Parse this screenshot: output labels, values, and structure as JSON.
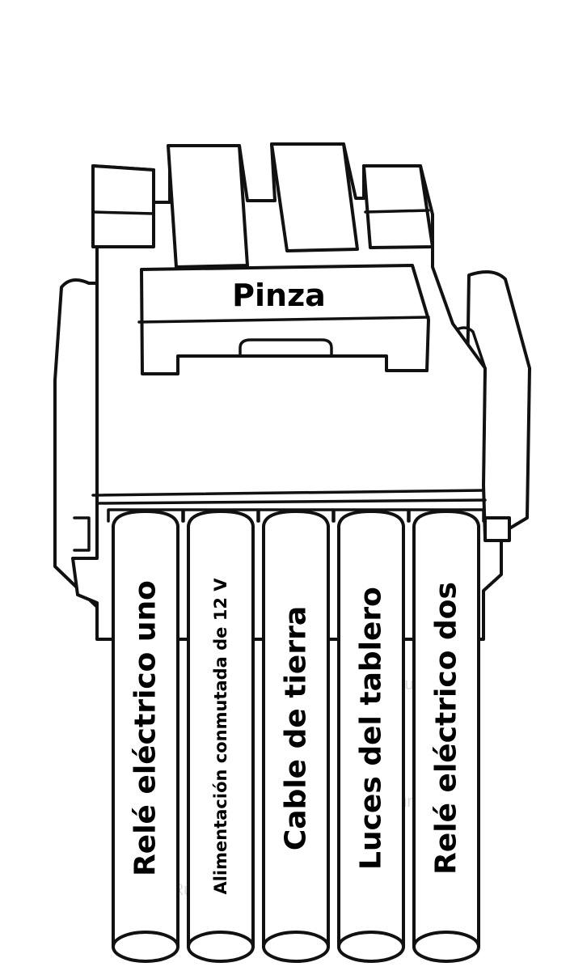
{
  "diagram": {
    "clip_label": "Pinza",
    "wires": [
      {
        "label": "Relé eléctrico uno"
      },
      {
        "label": "Alimentación conmutada de 12 V"
      },
      {
        "label": "Cable de tierra"
      },
      {
        "label": "Luces del tablero"
      },
      {
        "label": "Relé eléctrico dos"
      }
    ],
    "watermark": "4RunRun"
  },
  "colors": {
    "line": "#111111",
    "fill": "#ffffff",
    "text": "#000000",
    "watermark": "#d9d9d9"
  }
}
